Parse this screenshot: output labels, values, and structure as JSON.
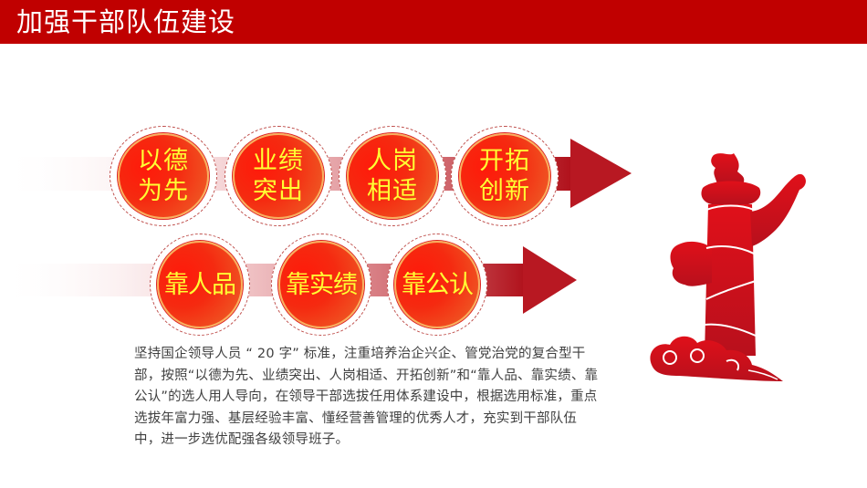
{
  "header": {
    "title": "加强干部队伍建设",
    "background": "#C00000"
  },
  "row1": {
    "items": [
      {
        "label": "以德为先",
        "line1": "以德",
        "line2": "为先"
      },
      {
        "label": "业绩突出",
        "line1": "业绩",
        "line2": "突出"
      },
      {
        "label": "人岗相适",
        "line1": "人岗",
        "line2": "相适"
      },
      {
        "label": "开拓创新",
        "line1": "开拓",
        "line2": "创新"
      }
    ]
  },
  "row2": {
    "items": [
      {
        "label": "靠人品"
      },
      {
        "label": "靠实绩"
      },
      {
        "label": "靠公认"
      }
    ]
  },
  "description": "坚持国企领导人员 “ 20 字” 标准，注重培养治企兴企、管党治党的复合型干部，按照“以德为先、业绩突出、人岗相适、开拓创新”和“靠人品、靠实绩、靠公认”的选人用人导向，在领导干部选拔任用体系建设中，根据选用标准，重点选拔年富力强、基层经验丰富、懂经营善管理的优秀人才，充实到干部队伍中，进一步选优配强各级领导班子。",
  "colors": {
    "accent": "#C00000",
    "disc_text": "#FFFF33",
    "arrow": "#B0101A"
  },
  "icons": {
    "monument": "huabiao-pillar-icon"
  }
}
